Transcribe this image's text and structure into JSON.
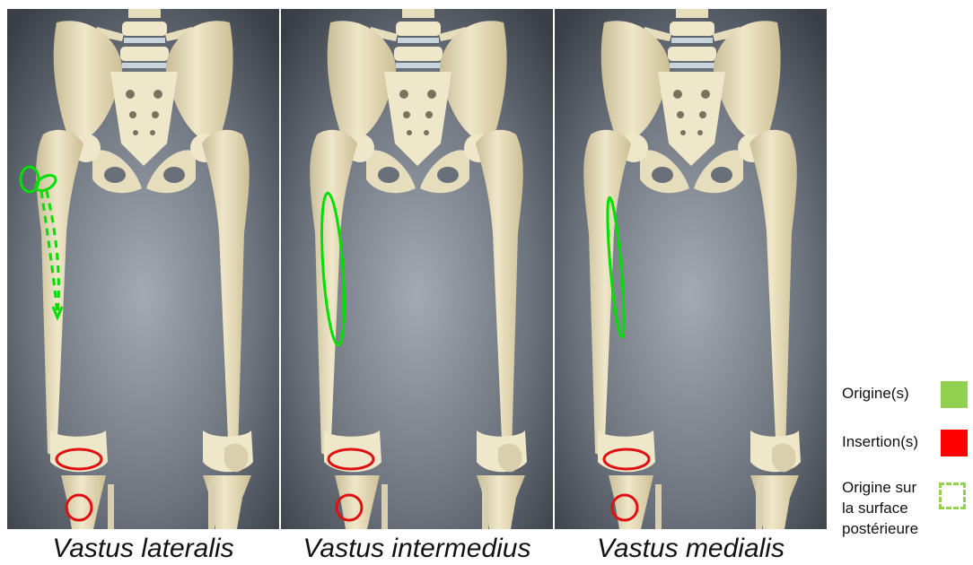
{
  "panels": [
    {
      "caption": "Vastus lateralis"
    },
    {
      "caption": "Vastus intermedius"
    },
    {
      "caption": "Vastus medialis"
    }
  ],
  "legend": {
    "origin_label": "Origine(s)",
    "insertion_label": "Insertion(s)",
    "posterior_line1": "Origine sur",
    "posterior_line2": "la surface",
    "posterior_line3": "postérieure"
  },
  "colors": {
    "origin": "#00e000",
    "origin_swatch": "#92d050",
    "insertion": "#e01010",
    "insertion_swatch": "#ff0000",
    "background_top": "#3a3f47",
    "background_center": "#9aa1ab",
    "bone": "#e8dfc0"
  }
}
